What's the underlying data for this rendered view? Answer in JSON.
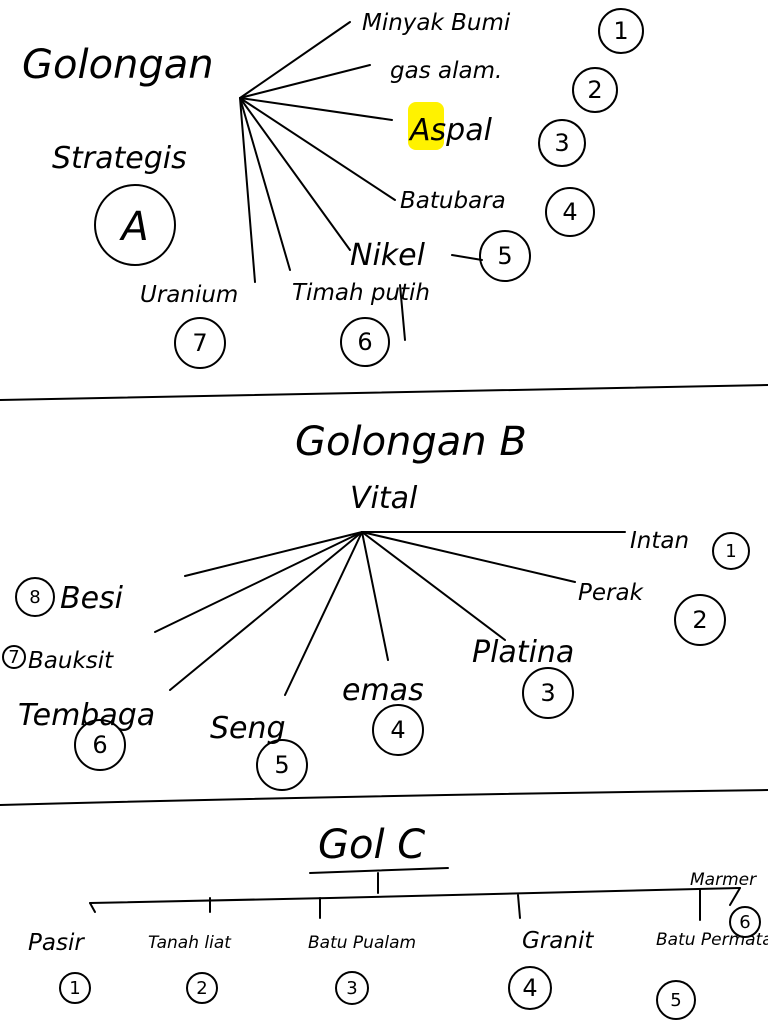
{
  "section_a": {
    "title_line1": "Golongan",
    "title_line2": "Strategis",
    "letter": "A",
    "items": [
      {
        "label": "Minyak Bumi",
        "number": "1"
      },
      {
        "label": "gas alam.",
        "number": "2"
      },
      {
        "label": "Aspal",
        "number": "3"
      },
      {
        "label": "Batubara",
        "number": "4"
      },
      {
        "label": "Nikel",
        "number": "5"
      },
      {
        "label": "Timah putih",
        "number": "6"
      },
      {
        "label": "Uranium",
        "number": "7"
      }
    ],
    "highlight_color": "#FFF200"
  },
  "section_b": {
    "title_line1": "Golongan B",
    "title_line2": "Vital",
    "items": [
      {
        "label": "Intan",
        "number": "1"
      },
      {
        "label": "Perak",
        "number": "2"
      },
      {
        "label": "Platina",
        "number": "3"
      },
      {
        "label": "emas",
        "number": "4"
      },
      {
        "label": "Seng",
        "number": "5"
      },
      {
        "label": "Tembaga",
        "number": "6"
      },
      {
        "label": "Bauksit",
        "number": "7"
      },
      {
        "label": "Besi",
        "number": "8"
      }
    ]
  },
  "section_c": {
    "title": "Gol C",
    "items": [
      {
        "label": "Pasir",
        "number": "1"
      },
      {
        "label": "Tanah liat",
        "number": "2"
      },
      {
        "label": "Batu Pualam",
        "number": "3"
      },
      {
        "label": "Granit",
        "number": "4"
      },
      {
        "label": "Batu Permata",
        "number": "5"
      },
      {
        "label": "Marmer",
        "number": "6"
      }
    ]
  }
}
